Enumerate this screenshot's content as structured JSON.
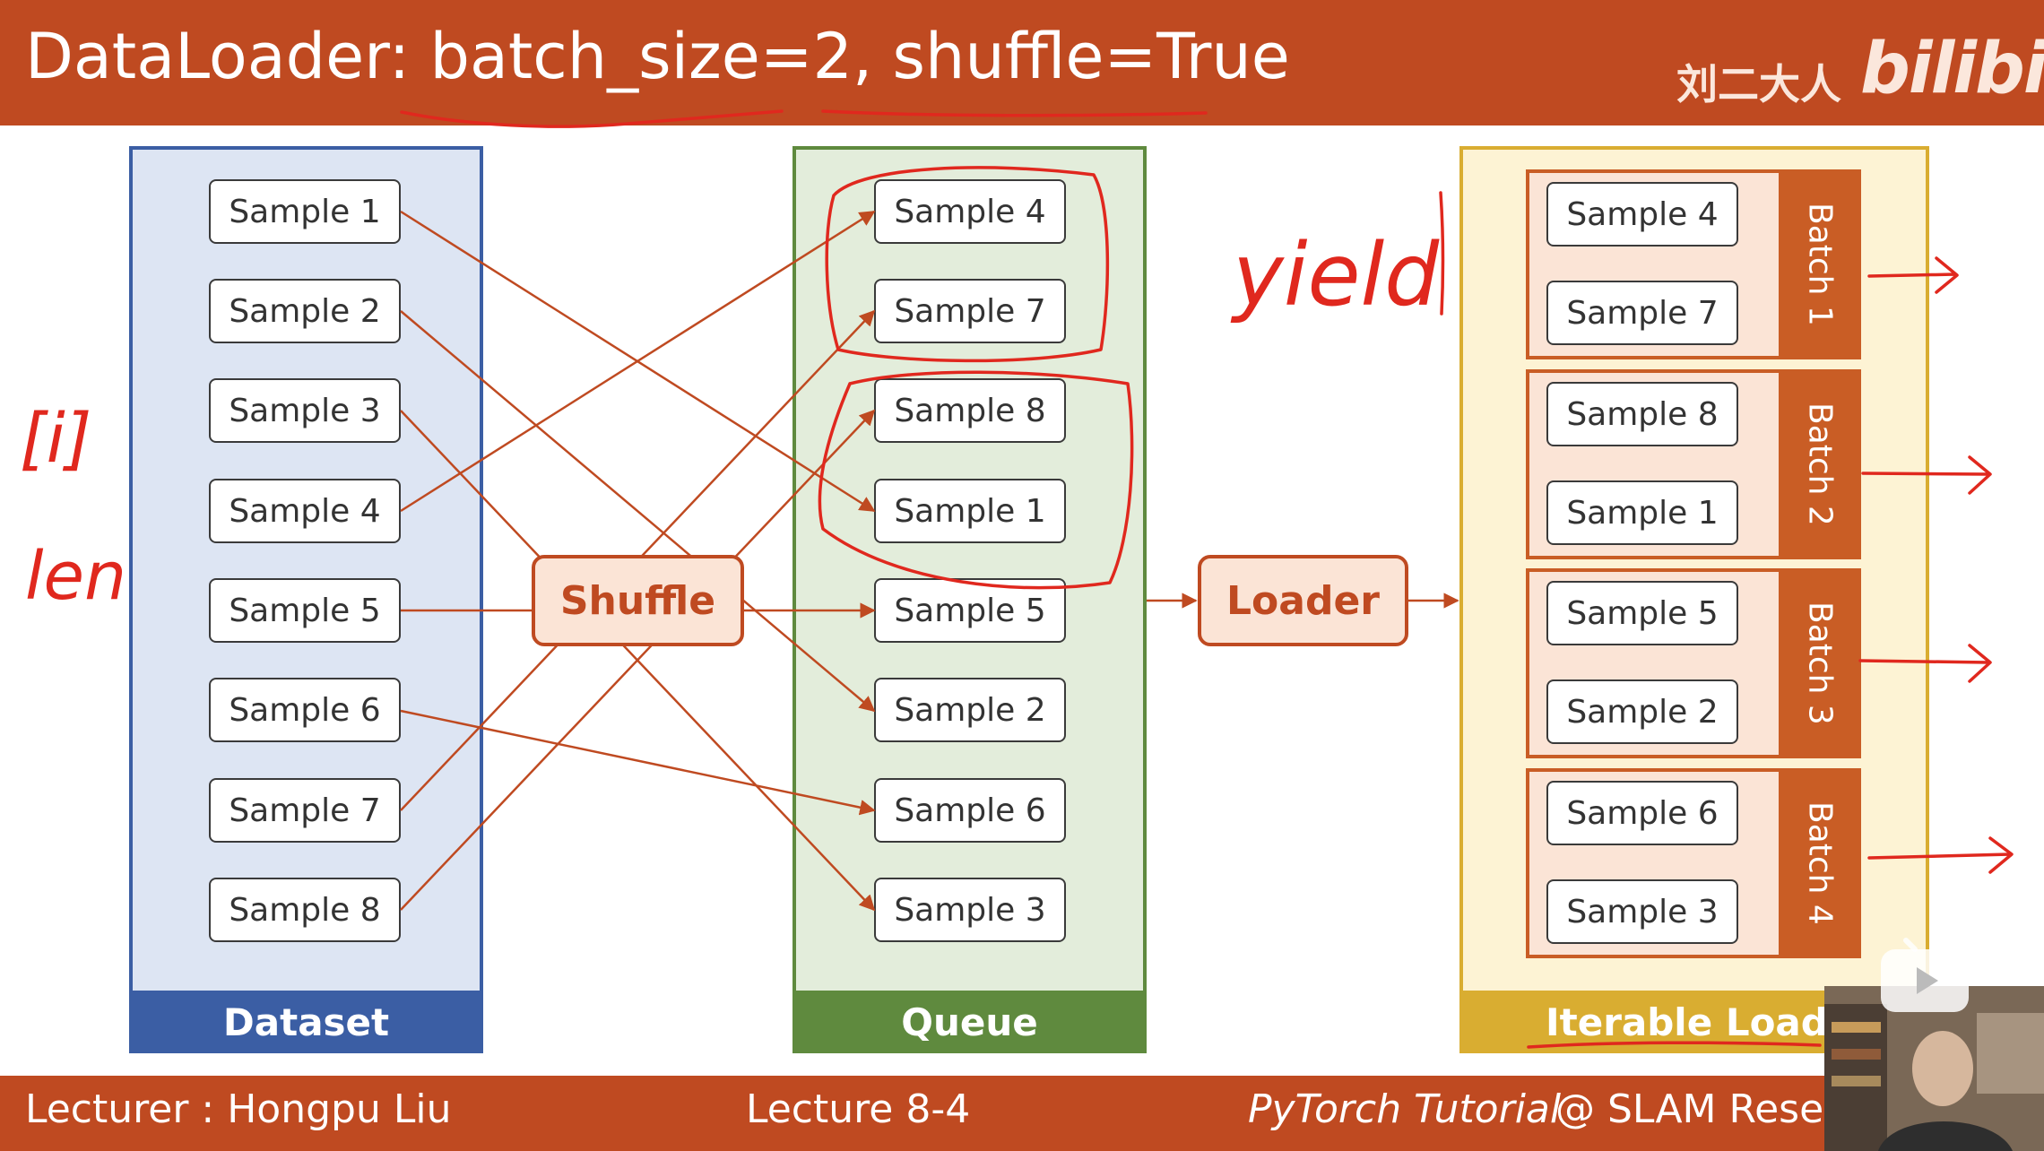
{
  "header": {
    "title": "DataLoader: batch_size=2, shuffle=True",
    "brand_cn": "刘二大人",
    "brand_logo": "bilibili"
  },
  "dataset": {
    "label": "Dataset",
    "samples": [
      "Sample 1",
      "Sample 2",
      "Sample 3",
      "Sample 4",
      "Sample 5",
      "Sample 6",
      "Sample 7",
      "Sample 8"
    ]
  },
  "queue": {
    "label": "Queue",
    "samples": [
      "Sample 4",
      "Sample 7",
      "Sample 8",
      "Sample 1",
      "Sample 5",
      "Sample 2",
      "Sample 6",
      "Sample 3"
    ]
  },
  "iterable": {
    "label": "Iterable Loader",
    "batches": [
      {
        "label": "Batch 1",
        "samples": [
          "Sample 4",
          "Sample 7"
        ]
      },
      {
        "label": "Batch 2",
        "samples": [
          "Sample 8",
          "Sample 1"
        ]
      },
      {
        "label": "Batch 3",
        "samples": [
          "Sample 5",
          "Sample 2"
        ]
      },
      {
        "label": "Batch 4",
        "samples": [
          "Sample 6",
          "Sample 3"
        ]
      }
    ]
  },
  "ops": {
    "shuffle": "Shuffle",
    "loader": "Loader"
  },
  "annotations": {
    "left_top": "[i]",
    "left_bottom": "len",
    "right": "yield"
  },
  "footer": {
    "lecturer": "Lecturer : Hongpu Liu",
    "lecture": "Lecture 8-4",
    "tutorial": "PyTorch Tutorial",
    "lab": "@ SLAM Research"
  },
  "colors": {
    "brand": "#bf4a21",
    "dataset": "#3b5ea4",
    "queue": "#5f8a3e",
    "iterable": "#d9ad31",
    "annotation": "#e0281e"
  },
  "icons": [
    "play-icon",
    "webcam-overlay"
  ]
}
